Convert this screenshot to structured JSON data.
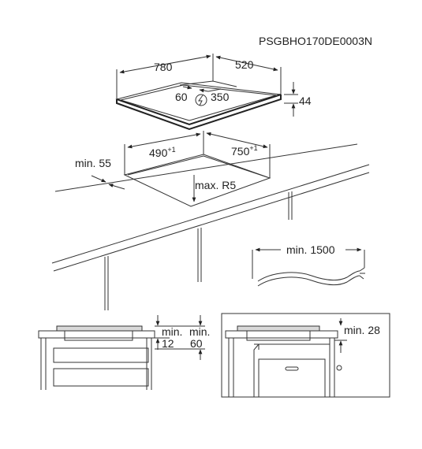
{
  "document_code": "PSGBHO170DE0003N",
  "hob": {
    "width": "780",
    "depth": "520",
    "height": "44",
    "cable_left": "60",
    "cable_right": "350",
    "power_icon": "lightning-in-circle-icon"
  },
  "cutout": {
    "width": "490",
    "width_tol": "+1",
    "depth": "750",
    "depth_tol": "+1",
    "front_min_label": "min. 55",
    "radius_label": "max. R5"
  },
  "cable": {
    "min_length": "min. 1500"
  },
  "side_left": {
    "min_label": "min.",
    "min_value": "12",
    "min2_label": "min.",
    "min2_value": "60"
  },
  "side_right": {
    "min_label": "min. 28"
  }
}
